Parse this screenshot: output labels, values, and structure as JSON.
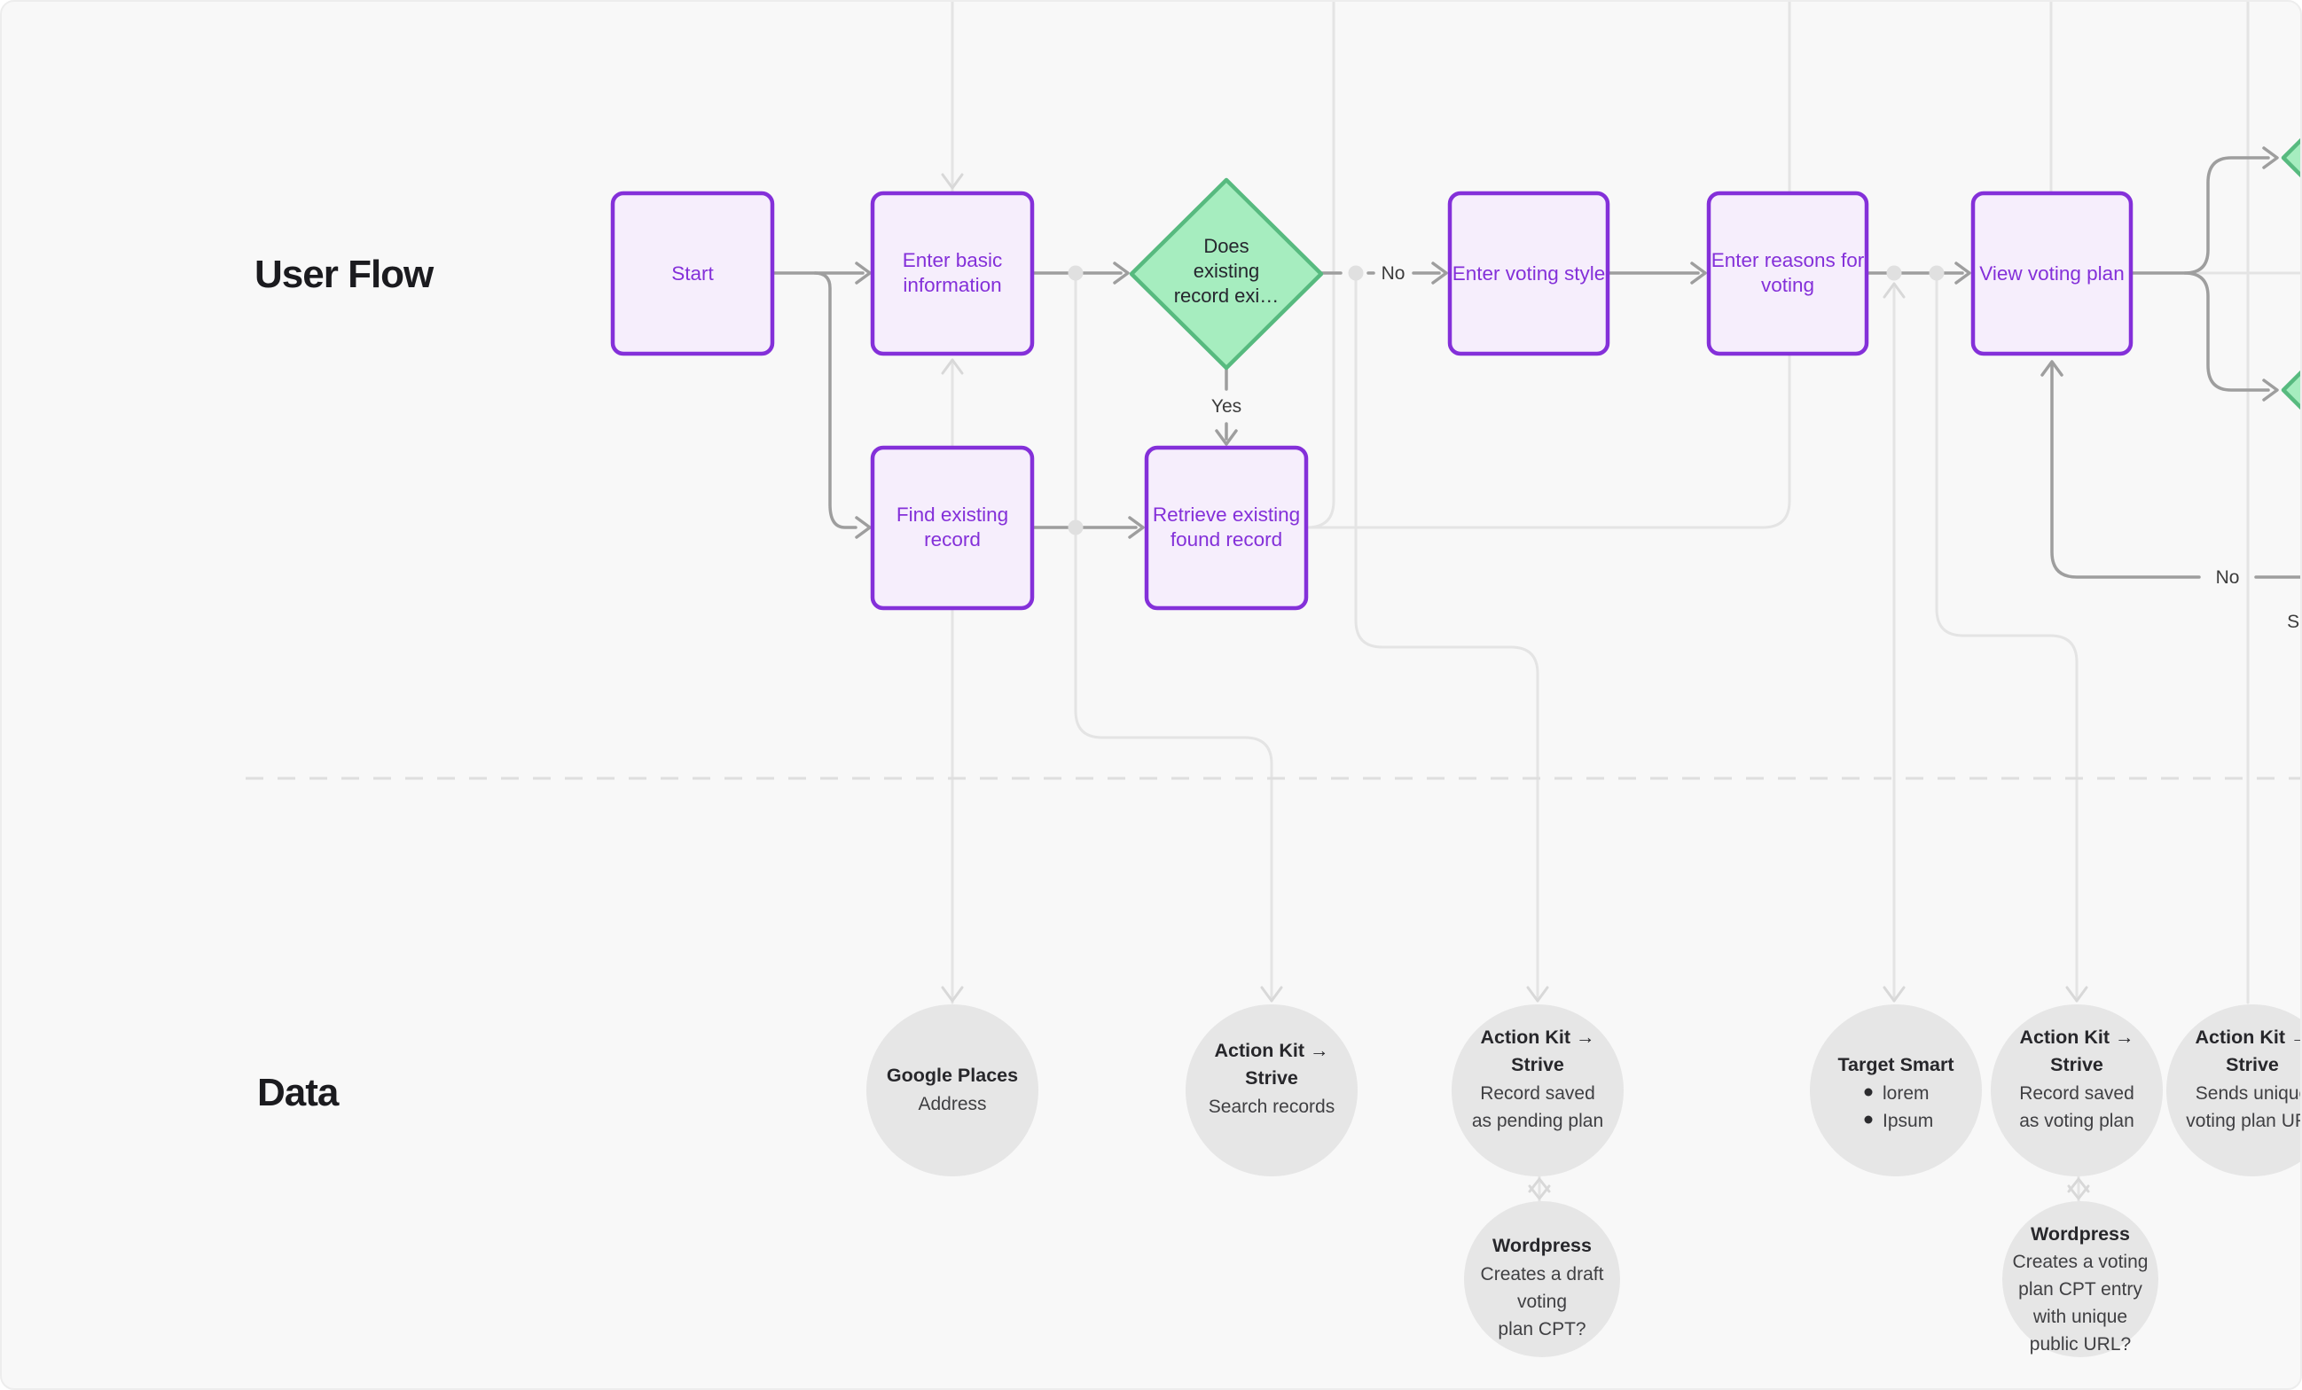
{
  "canvas": {
    "background": "#f8f8f8",
    "frame": "#ededed"
  },
  "colors": {
    "process_fill": "#f6eefc",
    "process_border": "#8430d9",
    "process_text": "#8430d9",
    "decision_fill": "#a6edbf",
    "decision_border": "#57ba7f",
    "connector_dark": "#9e9e9e",
    "connector_light": "#e4e4e4",
    "data_circle_fill": "#e6e6e6",
    "title_text": "#1b1b1f"
  },
  "lanes": {
    "flow_title": "User Flow",
    "data_title": "Data"
  },
  "flow_nodes": {
    "start": {
      "label": "Start"
    },
    "enter_basic": {
      "line1": "Enter basic",
      "line2": "information"
    },
    "decision": {
      "line1": "Does",
      "line2": "existing",
      "line3": "record exi…"
    },
    "voting_style": {
      "label": "Enter voting style"
    },
    "reasons": {
      "line1": "Enter reasons for",
      "line2": "voting"
    },
    "view_plan": {
      "label": "View voting plan"
    },
    "find": {
      "line1": "Find existing",
      "line2": "record"
    },
    "retrieve": {
      "line1": "Retrieve existing",
      "line2": "found record"
    }
  },
  "edge_labels": {
    "yes": "Yes",
    "no_branch": "No",
    "no_loop": "No",
    "clipped_right": "Sh"
  },
  "data_nodes": {
    "google": {
      "title": "Google Places",
      "line1": "Address"
    },
    "search": {
      "title": "Action Kit →",
      "title2": "Strive",
      "line1": "Search records"
    },
    "pending": {
      "title": "Action Kit →",
      "title2": "Strive",
      "line1": "Record saved",
      "line2": "as pending plan"
    },
    "target": {
      "title": "Target Smart",
      "bullet1": "lorem",
      "bullet2": "Ipsum"
    },
    "voting": {
      "title": "Action Kit →",
      "title2": "Strive",
      "line1": "Record saved",
      "line2": "as voting plan"
    },
    "sends": {
      "title": "Action Kit →",
      "title2": "Strive",
      "line1": "Sends unique",
      "line2": "voting plan URL"
    },
    "wordpress_draft": {
      "title": "Wordpress",
      "line1": "Creates a draft",
      "line2": "voting",
      "line3": "plan CPT?"
    },
    "wordpress_entry": {
      "title": "Wordpress",
      "line1": "Creates a voting",
      "line2": "plan CPT entry",
      "line3": "with unique",
      "line4": "public URL?"
    }
  }
}
